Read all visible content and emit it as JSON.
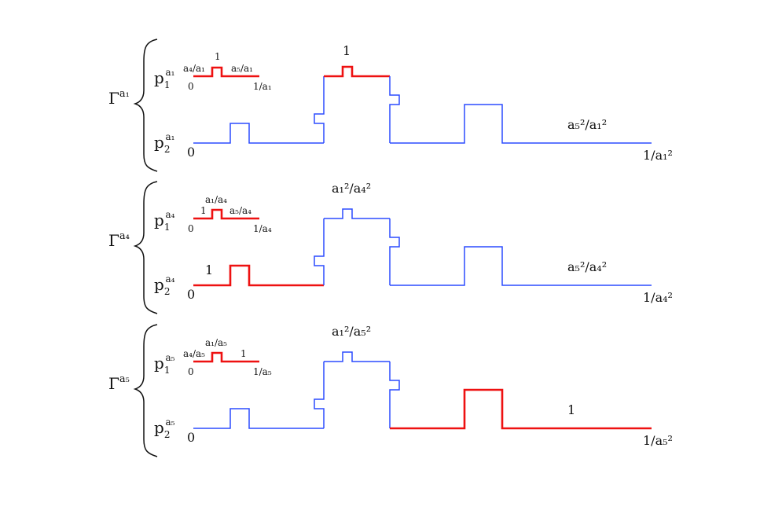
{
  "panels": [
    {
      "gamma": {
        "base": "Γ",
        "sup": "a₁"
      },
      "p1": {
        "base": "p",
        "sub": "1",
        "sup": "a₁"
      },
      "p2": {
        "base": "p",
        "sub": "2",
        "sup": "a₁"
      },
      "small": {
        "left_top": "a₄/a₁",
        "mid_top": "1",
        "right_top": "a₅/a₁",
        "zero": "0",
        "end": "1/a₁"
      },
      "big": {
        "zero": "0",
        "end": "1/a₁²",
        "peak": "1",
        "right": "a₅²/a₁²",
        "left": ""
      },
      "highlight": "peak"
    },
    {
      "gamma": {
        "base": "Γ",
        "sup": "a₄"
      },
      "p1": {
        "base": "p",
        "sub": "1",
        "sup": "a₄"
      },
      "p2": {
        "base": "p",
        "sub": "2",
        "sup": "a₄"
      },
      "small": {
        "left_top": "1",
        "mid_top": "a₁/a₄",
        "right_top": "a₅/a₄",
        "zero": "0",
        "end": "1/a₄"
      },
      "big": {
        "zero": "0",
        "end": "1/a₄²",
        "peak": "a₁²/a₄²",
        "right": "a₅²/a₄²",
        "left": "1"
      },
      "highlight": "left"
    },
    {
      "gamma": {
        "base": "Γ",
        "sup": "a₅"
      },
      "p1": {
        "base": "p",
        "sub": "1",
        "sup": "a₅"
      },
      "p2": {
        "base": "p",
        "sub": "2",
        "sup": "a₅"
      },
      "small": {
        "left_top": "a₄/a₅",
        "mid_top": "a₁/a₅",
        "right_top": "1",
        "zero": "0",
        "end": "1/a₅"
      },
      "big": {
        "zero": "0",
        "end": "1/a₅²",
        "peak": "a₁²/a₅²",
        "right": "1",
        "left": ""
      },
      "highlight": "right"
    }
  ],
  "colors": {
    "curve": "#2b4bff",
    "highlight": "#ee1111",
    "text": "#111111"
  }
}
